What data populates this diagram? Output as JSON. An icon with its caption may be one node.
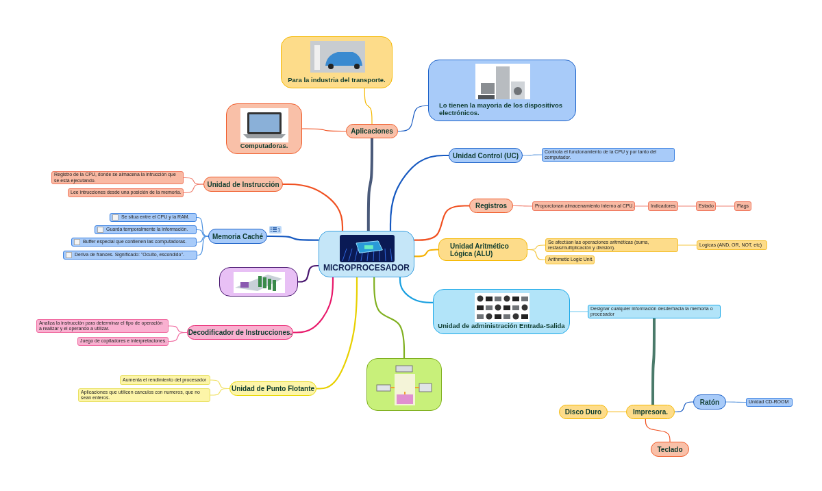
{
  "diagram": {
    "nodes": [
      {
        "text": [
          "MICROPROCESADOR"
        ]
      },
      {
        "text": [
          "Aplicaciones"
        ]
      },
      {
        "text": [
          "Para la industria del transporte."
        ]
      },
      {
        "text": [
          "Lo tienen la mayoria de los dispositivos electrónicos."
        ]
      },
      {
        "text": [
          "Computadoras."
        ]
      },
      {
        "text": [
          "Unidad Control (UC)"
        ]
      },
      {
        "text": [
          "Controla el funcionamiento de la CPU y por tanto del computador."
        ]
      },
      {
        "text": [
          "Registros"
        ]
      },
      {
        "text": [
          "Proporcionan almacenamiento interno al CPU."
        ]
      },
      {
        "text": [
          "Indicadores"
        ]
      },
      {
        "text": [
          "Estado"
        ]
      },
      {
        "text": [
          "Flags"
        ]
      },
      {
        "text": [
          "Unidad Aritmético Lógica (ALU)"
        ]
      },
      {
        "text": [
          "Se afectúan las operaciones aritméticas (suma, restas/multiplicación y división)."
        ]
      },
      {
        "text": [
          "Logicas (AND, OR, NOT, etc)"
        ]
      },
      {
        "text": [
          "Arithmetic Logic Unit."
        ]
      },
      {
        "text": [
          "Unidad de administración Entrada-Salida"
        ]
      },
      {
        "text": [
          "Designar cualquier información desde/hacia la memoria o procesador"
        ]
      },
      {
        "text": [
          "Impresora."
        ]
      },
      {
        "text": [
          "Disco Duro"
        ]
      },
      {
        "text": [
          "Ratón"
        ]
      },
      {
        "text": [
          "Unidad CD-ROOM"
        ]
      },
      {
        "text": [
          "Teclado"
        ]
      },
      {
        "text": [
          "Unidad de Instrucción"
        ]
      },
      {
        "text": [
          "Registro de la CPU, donde se almacena la intrucción que se está ejecutando."
        ]
      },
      {
        "text": [
          "Lee intrucciones desde una posición de la memoria."
        ]
      },
      {
        "text": [
          "Memoria Caché"
        ],
        "beside": [
          "1"
        ]
      },
      {
        "text": [
          "Se situa entre el CPU y la RAM."
        ]
      },
      {
        "text": [
          "Guarda temporalmente la información."
        ]
      },
      {
        "text": [
          "Buffer especial que contienen las computadoras."
        ]
      },
      {
        "text": [
          "Deriva de frances. Significado: \"Oculto, escondido\"."
        ]
      },
      {
        "text": [],
        "shape": "picture"
      },
      {
        "text": [
          "Decodificador de Instrucciones."
        ]
      },
      {
        "text": [
          "Analiza la instrucción para determinar el tipo de operación a realizar y el operando a utilizar."
        ]
      },
      {
        "text": [
          "Juego de copiladores e interpretaciones."
        ]
      },
      {
        "text": [
          "Unidad de Punto Flotante"
        ]
      },
      {
        "text": [
          "Aumenta el rendimiento del procesador"
        ]
      },
      {
        "text": [
          "Aplicaciones que utilicen canculos con numeros, que no sean enteros."
        ]
      },
      {
        "text": [],
        "shape": "picture"
      }
    ],
    "edges": [
      {
        "from": 0,
        "to": 1,
        "arrow": "none",
        "style": "thick",
        "color": "#4a5a7a"
      },
      {
        "from": 1,
        "to": 2,
        "arrow": "none",
        "color": "#f5b800"
      },
      {
        "from": 1,
        "to": 3,
        "arrow": "none",
        "color": "#1558c0"
      },
      {
        "from": 1,
        "to": 4,
        "arrow": "none",
        "color": "#f05020"
      },
      {
        "from": 0,
        "to": 5,
        "arrow": "none",
        "color": "#1558c0"
      },
      {
        "from": 5,
        "to": 6,
        "arrow": "none",
        "color": "#6aa0e0"
      },
      {
        "from": 0,
        "to": 7,
        "arrow": "none",
        "color": "#f05020"
      },
      {
        "from": 7,
        "to": 8,
        "arrow": "none",
        "color": "#f08070"
      },
      {
        "from": 8,
        "to": 9,
        "arrow": "none",
        "color": "#f08070"
      },
      {
        "from": 9,
        "to": 10,
        "arrow": "none",
        "color": "#f08070"
      },
      {
        "from": 10,
        "to": 11,
        "arrow": "none",
        "color": "#f08070"
      },
      {
        "from": 0,
        "to": 12,
        "arrow": "none",
        "color": "#f5b000"
      },
      {
        "from": 12,
        "to": 13,
        "arrow": "none",
        "color": "#f5c842"
      },
      {
        "from": 13,
        "to": 14,
        "arrow": "none",
        "color": "#f5c842"
      },
      {
        "from": 12,
        "to": 15,
        "arrow": "none",
        "color": "#f5c842"
      },
      {
        "from": 0,
        "to": 16,
        "arrow": "none",
        "color": "#1aa0e0"
      },
      {
        "from": 16,
        "to": 17,
        "arrow": "none",
        "color": "#6ac8f0"
      },
      {
        "from": 17,
        "to": 18,
        "arrow": "none",
        "style": "thick",
        "color": "#4a7a6a"
      },
      {
        "from": 18,
        "to": 19,
        "arrow": "none",
        "color": "#f5b000"
      },
      {
        "from": 18,
        "to": 20,
        "arrow": "none",
        "color": "#1558c0"
      },
      {
        "from": 20,
        "to": 21,
        "arrow": "none",
        "color": "#6aa0e0"
      },
      {
        "from": 18,
        "to": 22,
        "arrow": "none",
        "color": "#f05020"
      },
      {
        "from": 0,
        "to": 23,
        "arrow": "none",
        "color": "#f05020"
      },
      {
        "from": 23,
        "to": 24,
        "arrow": "none",
        "color": "#f08070"
      },
      {
        "from": 23,
        "to": 25,
        "arrow": "none",
        "color": "#f08070"
      },
      {
        "from": 0,
        "to": 26,
        "arrow": "none",
        "color": "#1558c0"
      },
      {
        "from": 26,
        "to": 27,
        "arrow": "none",
        "color": "#4a90e0"
      },
      {
        "from": 26,
        "to": 28,
        "arrow": "none",
        "color": "#4a90e0"
      },
      {
        "from": 26,
        "to": 29,
        "arrow": "none",
        "color": "#4a90e0"
      },
      {
        "from": 26,
        "to": 30,
        "arrow": "none",
        "color": "#4a90e0"
      },
      {
        "from": 0,
        "to": 31,
        "arrow": "none",
        "color": "#4a1870"
      },
      {
        "from": 0,
        "to": 32,
        "arrow": "none",
        "color": "#e8186a"
      },
      {
        "from": 32,
        "to": 33,
        "arrow": "none",
        "color": "#f06aa0"
      },
      {
        "from": 32,
        "to": 34,
        "arrow": "none",
        "color": "#f06aa0"
      },
      {
        "from": 0,
        "to": 35,
        "arrow": "none",
        "color": "#e8d000"
      },
      {
        "from": 35,
        "to": 36,
        "arrow": "none",
        "color": "#f0e060"
      },
      {
        "from": 35,
        "to": 37,
        "arrow": "none",
        "color": "#f0e060"
      },
      {
        "from": 0,
        "to": 38,
        "arrow": "none",
        "color": "#80b020"
      }
    ]
  }
}
